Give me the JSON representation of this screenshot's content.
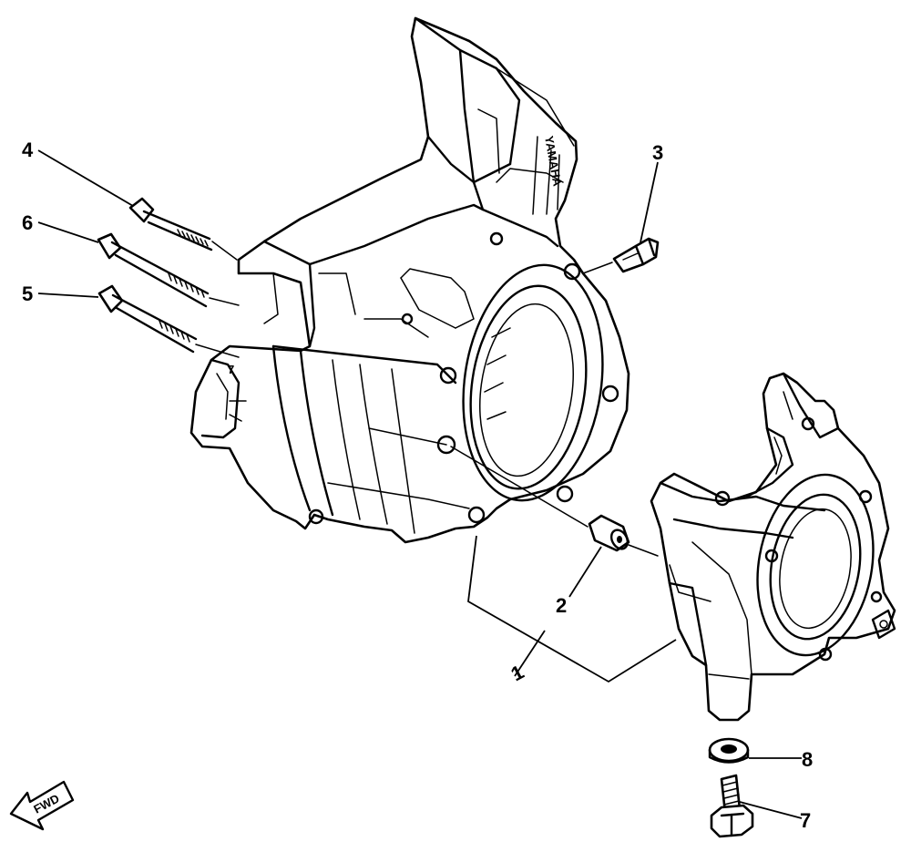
{
  "callouts": {
    "c1": "1",
    "c2": "2",
    "c3": "3",
    "c4": "4",
    "c5": "5",
    "c6": "6",
    "c7": "7",
    "c8": "8"
  },
  "fwd_label": "FWD",
  "case_stamp": "YAMAHA"
}
